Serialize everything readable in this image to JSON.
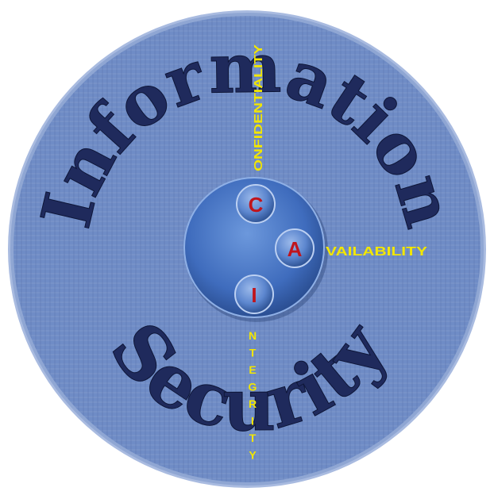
{
  "title_top": "Information",
  "title_bottom": "Security",
  "triad": {
    "confidentiality": {
      "letter": "C",
      "word": "ONFIDENTIALITY"
    },
    "availability": {
      "letter": "A",
      "word": "VAILABILITY"
    },
    "integrity": {
      "letter": "I",
      "word": "NTEGRITY"
    }
  },
  "colors": {
    "disc": "#6f8cc6",
    "disc_edge": "#8fa6d3",
    "hub": "#4a78c8",
    "title": "#1f2a5c",
    "letters": "#c0141c",
    "labels": "#f2e600"
  }
}
